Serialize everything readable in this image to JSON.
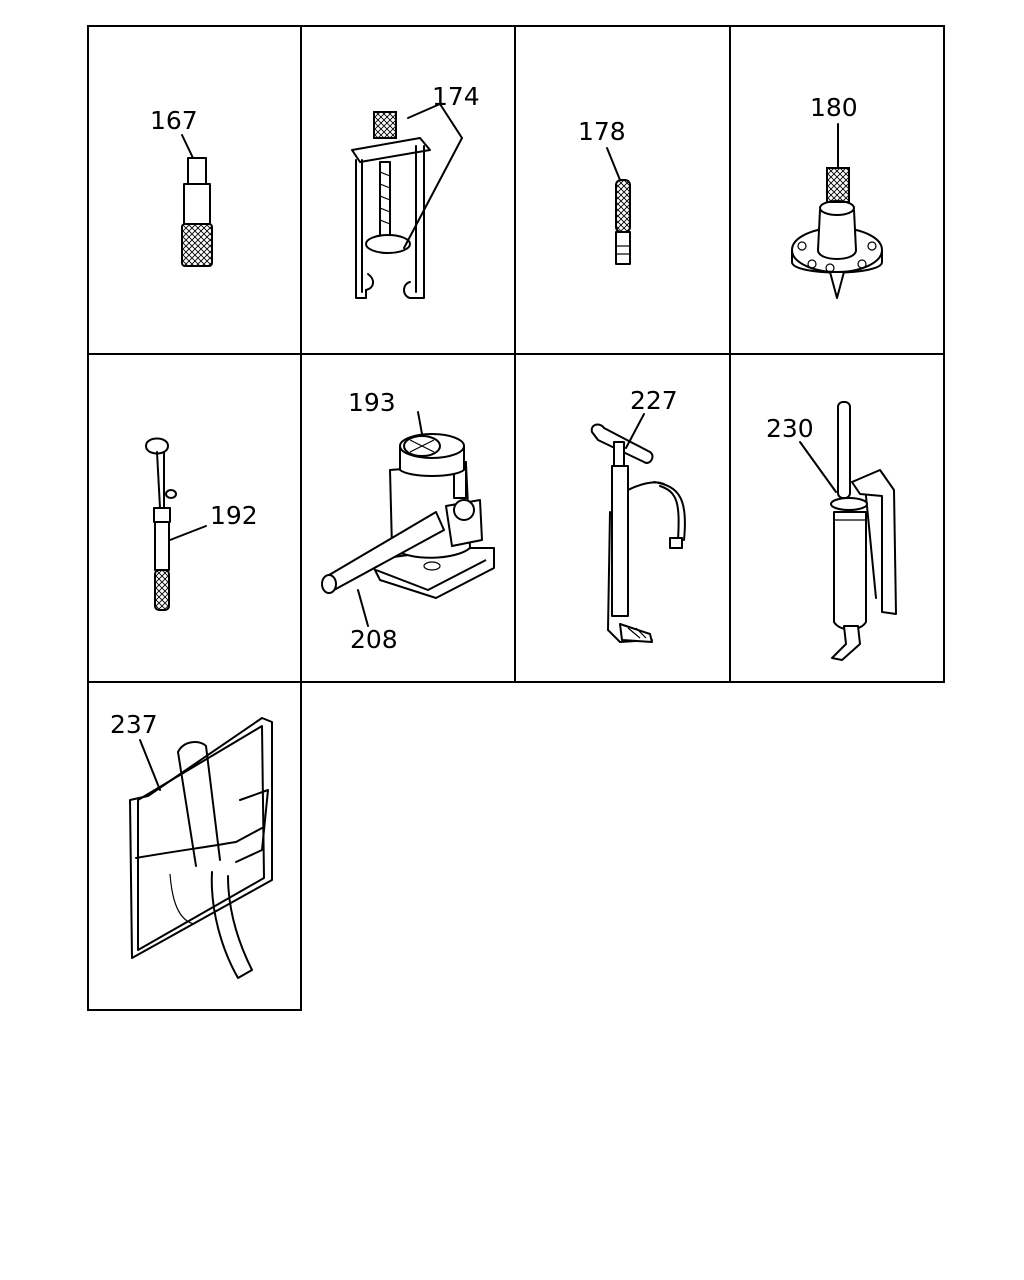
{
  "parts": [
    {
      "ref": "167"
    },
    {
      "ref": "174"
    },
    {
      "ref": "178"
    },
    {
      "ref": "180"
    },
    {
      "ref": "192"
    },
    {
      "ref": "193"
    },
    {
      "ref": "208"
    },
    {
      "ref": "227"
    },
    {
      "ref": "230"
    },
    {
      "ref": "237"
    }
  ]
}
